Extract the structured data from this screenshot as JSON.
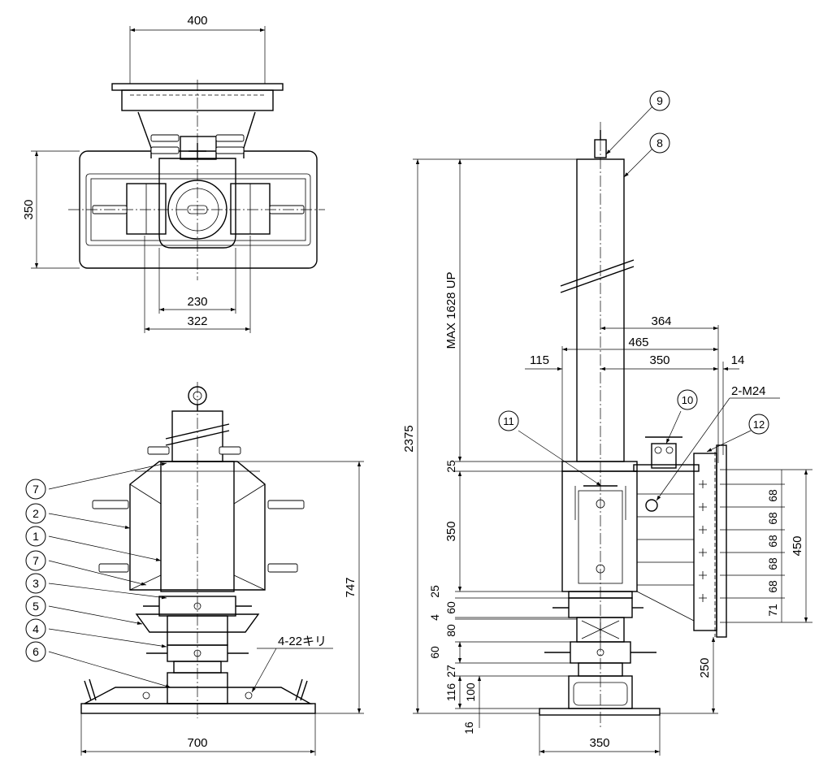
{
  "top_view": {
    "dims": {
      "width_top": "400",
      "height_left": "350",
      "inner_230": "230",
      "outer_322": "322"
    }
  },
  "front_view": {
    "dims": {
      "height_747": "747",
      "base_width_700": "700",
      "holes": "4-22キリ"
    },
    "balloons": [
      "7",
      "2",
      "1",
      "7",
      "3",
      "5",
      "4",
      "6"
    ]
  },
  "side_view": {
    "dims": {
      "total_2375": "2375",
      "max_up": "MAX 1628 UP",
      "d364": "364",
      "d465": "465",
      "d115": "115",
      "d350_top": "350",
      "d14": "14",
      "thread": "2-M24",
      "v25a": "25",
      "v350": "350",
      "v25b": "25",
      "v60a": "60",
      "v4": "4",
      "v80": "80",
      "v60b": "60",
      "v27": "27",
      "v116": "116",
      "v100": "100",
      "v16": "16",
      "p68_1": "68",
      "p68_2": "68",
      "p68_3": "68",
      "p68_4": "68",
      "p68_5": "68",
      "p71": "71",
      "d450": "450",
      "d250": "250",
      "base_350": "350"
    },
    "balloons": [
      "9",
      "8",
      "10",
      "11",
      "12"
    ]
  }
}
